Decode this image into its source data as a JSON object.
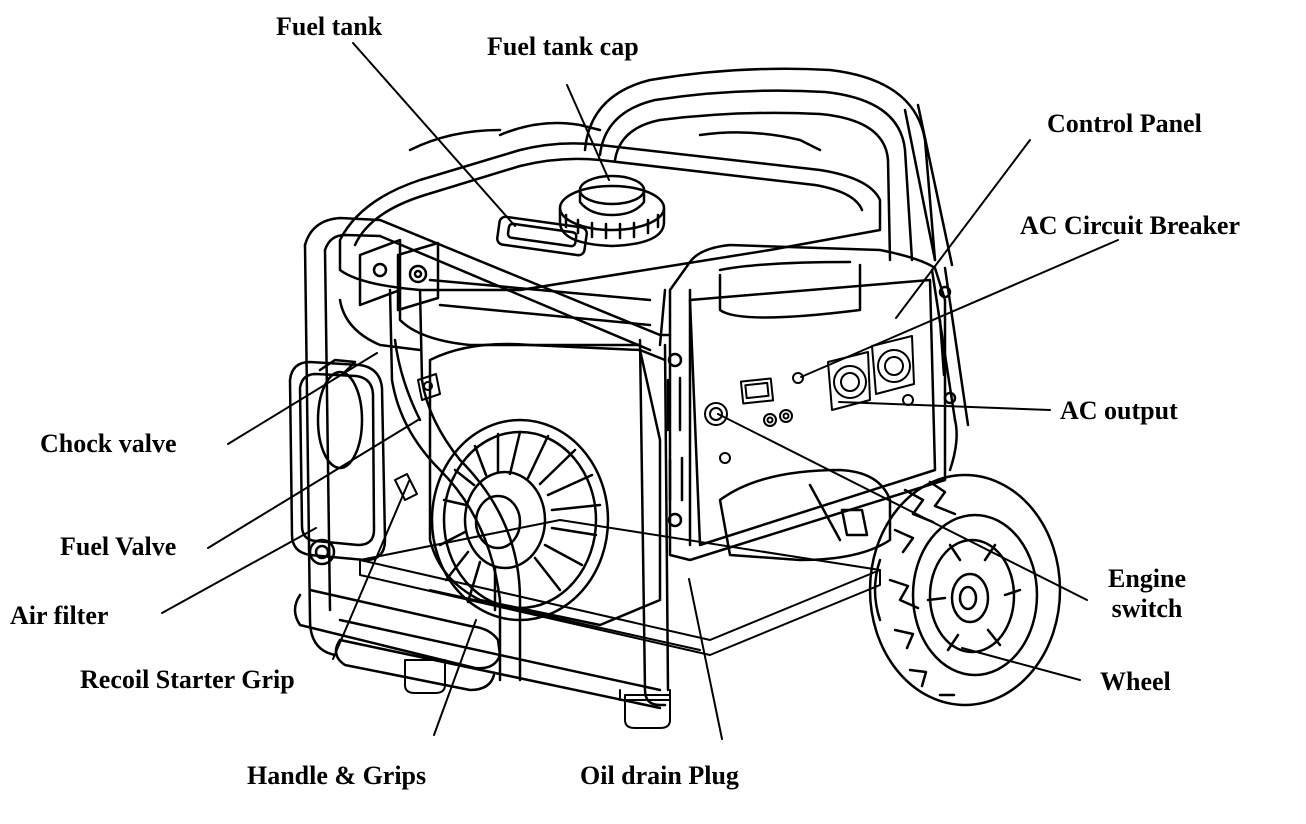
{
  "colors": {
    "ink": "#000000",
    "paper": "#ffffff"
  },
  "labels": {
    "fuel_tank": "Fuel tank",
    "fuel_tank_cap": "Fuel tank cap",
    "control_panel": "Control Panel",
    "ac_circuit_breaker": "AC Circuit Breaker",
    "ac_output": "AC output",
    "chock_valve": "Chock valve",
    "fuel_valve": "Fuel Valve",
    "air_filter": "Air filter",
    "engine_switch_line1": "Engine",
    "engine_switch_line2": "switch",
    "recoil_starter_grip": "Recoil Starter Grip",
    "wheel": "Wheel",
    "handle_grips": "Handle & Grips",
    "oil_drain_plug": "Oil drain Plug"
  }
}
